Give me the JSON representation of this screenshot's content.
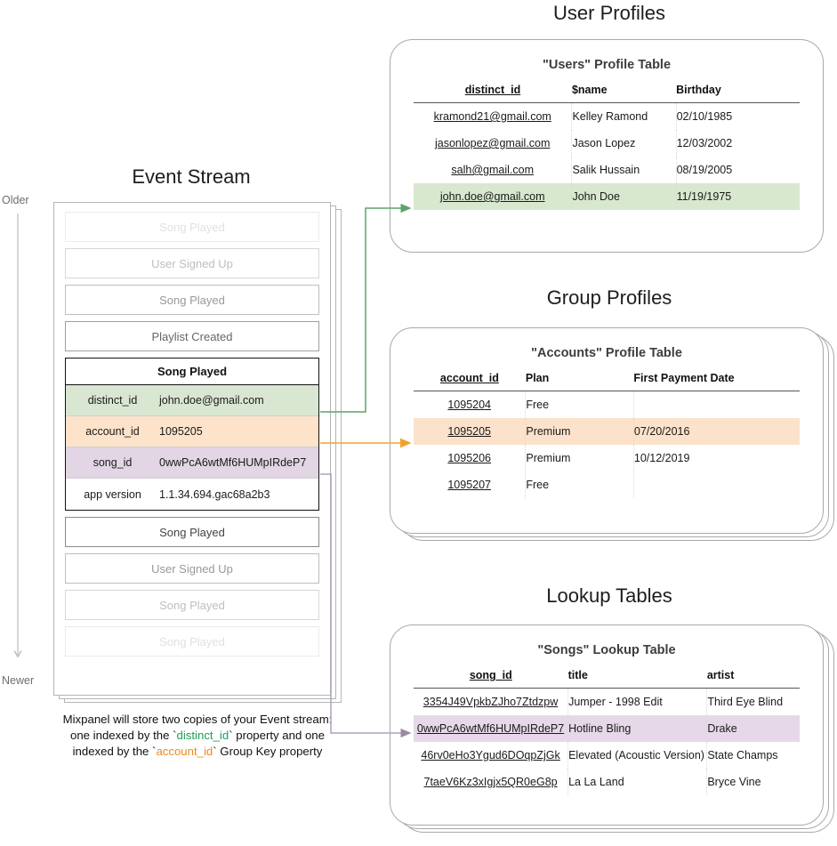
{
  "sections": {
    "user_profiles_title": "User Profiles",
    "group_profiles_title": "Group Profiles",
    "lookup_tables_title": "Lookup Tables",
    "event_stream_title": "Event Stream"
  },
  "time_axis": {
    "older_label": "Older",
    "newer_label": "Newer"
  },
  "event_stream": {
    "events_above": [
      {
        "label": "Song Played"
      },
      {
        "label": "User Signed Up"
      },
      {
        "label": "Song Played"
      },
      {
        "label": "Playlist Created"
      }
    ],
    "highlighted_event": {
      "name": "Song Played",
      "properties": [
        {
          "key": "distinct_id",
          "value": "john.doe@gmail.com",
          "highlight": "green"
        },
        {
          "key": "account_id",
          "value": "1095205",
          "highlight": "orange"
        },
        {
          "key": "song_id",
          "value": "0wwPcA6wtMf6HUMpIRdeP7",
          "highlight": "purple"
        },
        {
          "key": "app version",
          "value": "1.1.34.694.gac68a2b3",
          "highlight": "none"
        }
      ]
    },
    "events_below": [
      {
        "label": "Song Played"
      },
      {
        "label": "User Signed Up"
      },
      {
        "label": "Song Played"
      },
      {
        "label": "Song Played"
      }
    ]
  },
  "caption": {
    "line1": "Mixpanel will store two copies of your Event stream:",
    "line2_pre": "one indexed by the `",
    "line2_token": "distinct_id",
    "line2_post": "` property and one",
    "line3_pre": "indexed by the `",
    "line3_token": "account_id",
    "line3_post": "` Group Key property"
  },
  "users_table": {
    "title": "\"Users\" Profile Table",
    "columns": [
      "distinct_id",
      "$name",
      "Birthday"
    ],
    "rows": [
      {
        "cells": [
          "kramond21@gmail.com",
          "Kelley Ramond",
          "02/10/1985"
        ],
        "highlight": "none"
      },
      {
        "cells": [
          "jasonlopez@gmail.com",
          "Jason Lopez",
          "12/03/2002"
        ],
        "highlight": "none"
      },
      {
        "cells": [
          "salh@gmail.com",
          "Salik Hussain",
          "08/19/2005"
        ],
        "highlight": "none"
      },
      {
        "cells": [
          "john.doe@gmail.com",
          "John Doe",
          "11/19/1975"
        ],
        "highlight": "green"
      }
    ]
  },
  "accounts_table": {
    "title": "\"Accounts\" Profile Table",
    "columns": [
      "account_id",
      "Plan",
      "First Payment Date"
    ],
    "rows": [
      {
        "cells": [
          "1095204",
          "Free",
          ""
        ],
        "highlight": "none"
      },
      {
        "cells": [
          "1095205",
          "Premium",
          "07/20/2016"
        ],
        "highlight": "orange"
      },
      {
        "cells": [
          "1095206",
          "Premium",
          "10/12/2019"
        ],
        "highlight": "none"
      },
      {
        "cells": [
          "1095207",
          "Free",
          ""
        ],
        "highlight": "none"
      }
    ]
  },
  "songs_table": {
    "title": "\"Songs\" Lookup Table",
    "columns": [
      "song_id",
      "title",
      "artist"
    ],
    "rows": [
      {
        "cells": [
          "3354J49VpkbZJho7Ztdzpw",
          "Jumper - 1998 Edit",
          "Third Eye Blind"
        ],
        "highlight": "none"
      },
      {
        "cells": [
          "0wwPcA6wtMf6HUMpIRdeP7",
          "Hotline Bling",
          "Drake"
        ],
        "highlight": "purple"
      },
      {
        "cells": [
          "46rv0eHo3Ygud6DOqpZjGk",
          "Elevated (Acoustic Version)",
          "State Champs"
        ],
        "highlight": "none"
      },
      {
        "cells": [
          "7taeV6Kz3xIgjx5QR0eG8p",
          "La La Land",
          "Bryce Vine"
        ],
        "highlight": "none"
      }
    ]
  },
  "colors": {
    "green_highlight": "#d9e7d2",
    "orange_highlight": "#fce3ca",
    "purple_highlight": "#e2d5e4",
    "green_connector": "#5aa469",
    "orange_connector": "#f0a22e",
    "purple_connector": "#b39ebb",
    "card_border": "#a9a9a9"
  }
}
